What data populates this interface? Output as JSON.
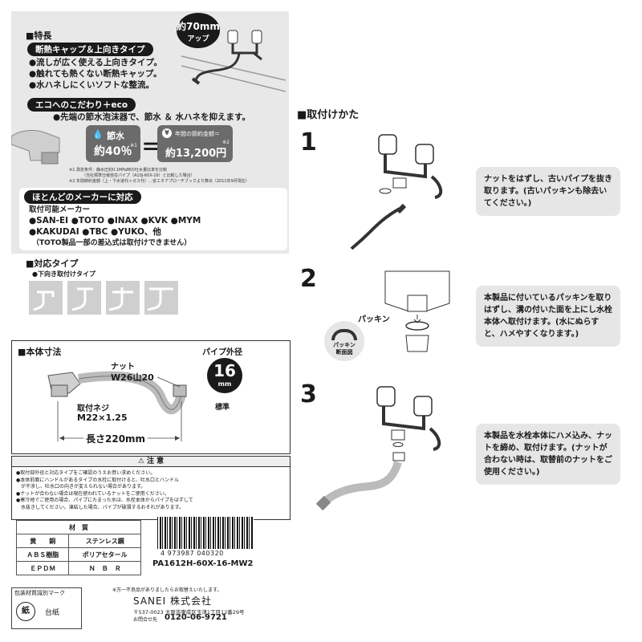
{
  "features": {
    "title": "■特長",
    "pill1": "断熱キャップ＆上向きタイプ",
    "bullets": [
      "●流しが広く使える上向きタイプ。",
      "●触れても熱くない断熱キャップ。",
      "●水ハネしにくいソフトな整流。"
    ],
    "badge_top": "約70mm",
    "badge_bottom": "アップ",
    "pill2": "エコへのこだわり＋eco",
    "eco_bullet": "●先端の節水泡沫器で、節水 ＆ 水ハネを抑えます。",
    "save_label": "節水",
    "save_value": "約40％",
    "save_note": "※1",
    "equals": "＝",
    "annual_label": "年間の節約金額＝",
    "annual_value": "約13,200円",
    "annual_note": "※2",
    "footnote1": "※1 測定条件：静水圧約0.1MPa時の吐水量比率を比較",
    "footnote2": "（当社標準仕様自在パイプ（A10J-60X-16）と比較した場合）",
    "footnote3": "※2 年間節約金額（上・下水道代＋ガス代）…省エネアプローチブックより算出（2011年9月現在）"
  },
  "makers": {
    "pill": "ほとんどのメーカーに対応",
    "label": "取付可能メーカー",
    "line1": "●SAN-EI ●TOTO ●INAX ●KVK ●MYM",
    "line2": "●KAKUDAI ●TBC ●YUKO、他",
    "line3": "（TOTO製品一部の差込式は取付けできません）"
  },
  "type": {
    "title": "■対応タイプ",
    "sub": "●下向き取付けタイプ"
  },
  "dims": {
    "title": "■本体寸法",
    "nut_label": "ナット",
    "nut_value": "W26山20",
    "pipe_label": "パイプ外径",
    "pipe_value": "16",
    "pipe_unit": "mm",
    "standard": "標準",
    "screw_label": "取付ネジ",
    "screw_value": "M22×1.25",
    "length": "長さ220mm"
  },
  "caution": {
    "title": "⚠ 注 意",
    "lines": [
      "●取付部外径と対応タイプをご確認のうえお買い求めください。",
      "●本体前面にハンドルがあるタイプの水栓に取付けると、吐水口とハンドル",
      "　が干渉し、吐水口の向きが変えられない場合があります。",
      "●ナットが合わない場合は現在使われているナットをご使用ください。",
      "●寒冷地でご使用の場合、パイプにたまった水は、水栓本体からパイプをはずして",
      "　水抜きしてください。凍結した場合、パイプが破損するおそれがあります。"
    ]
  },
  "materials": {
    "title": "材　質",
    "rows": [
      [
        "黄　　銅",
        "ステンレス鋼"
      ],
      [
        "ＡＢＳ樹脂",
        "ポリアセタール"
      ],
      [
        "ＥＰＤＭ",
        "Ｎ　Ｂ　Ｒ"
      ]
    ]
  },
  "barcode_number": "4 973987 040320",
  "model": "PA1612H-60X-16-MW2",
  "packaging": {
    "title": "包装材質識別マーク",
    "mark": "紙",
    "label": "台紙"
  },
  "company": {
    "notice": "※万一不良品がありましたらお取替えいたします。",
    "name": "SANEI 株式会社",
    "address": "〒537-0023 大阪市東成区玉津1丁目12番29号",
    "tel_label": "お問合せ先",
    "tel": "0120-06-9721"
  },
  "install": {
    "title": "■取付けかた",
    "steps": [
      {
        "num": "1",
        "text": "ナットをはずし、古いパイプを抜き取ります。(古いパッキンも除去いてください。)"
      },
      {
        "num": "2",
        "text": "本製品に付いているパッキンを取りはずし、溝の付いた面を上にし水栓本体へ取付けます。(水にぬらすと、ハメやすくなります。)"
      },
      {
        "num": "3",
        "text": "本製品を水栓本体にハメ込み、ナットを締め、取付けます。(ナットが合わない時は、取替前のナットをご使用ください。)"
      }
    ],
    "packing_label": "パッキン",
    "packing_section": "パッキン断面図"
  }
}
